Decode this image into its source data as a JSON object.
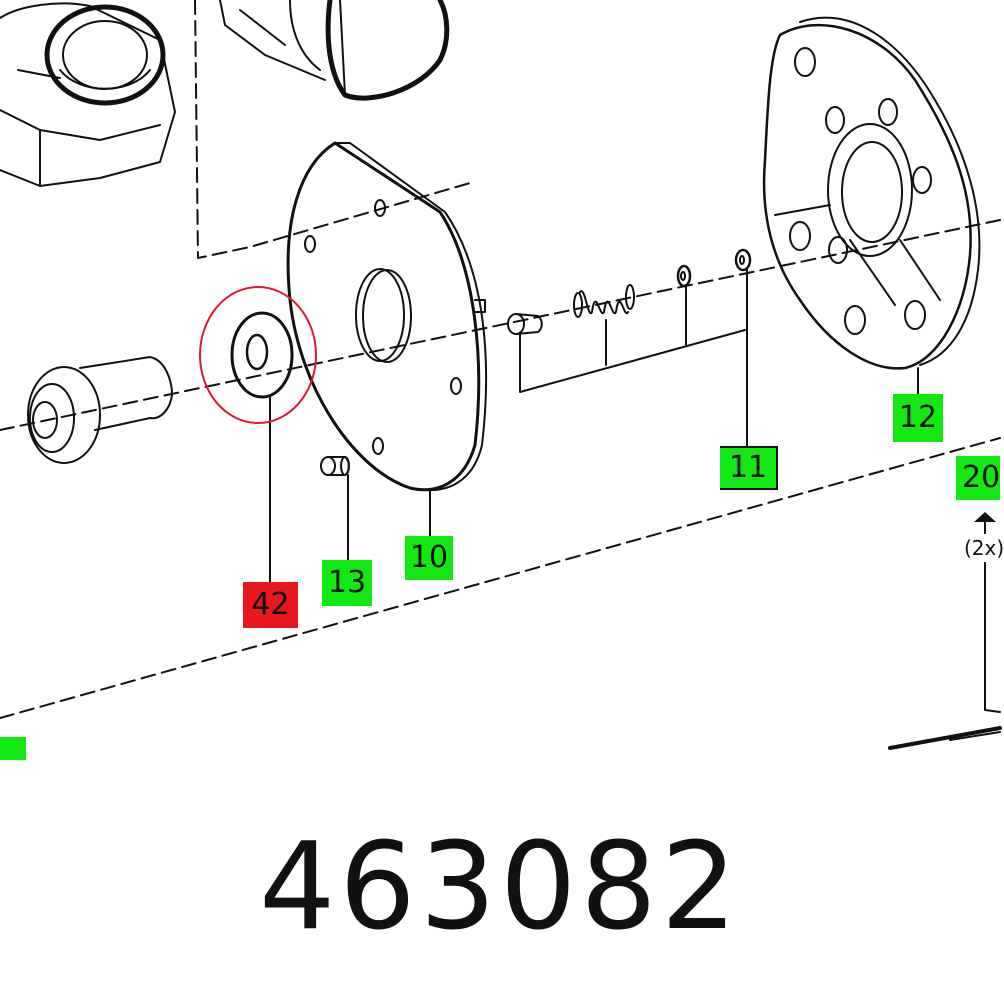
{
  "diagram": {
    "callouts": [
      {
        "id": "c10",
        "label": "10",
        "status": "reference"
      },
      {
        "id": "c11",
        "label": "11",
        "status": "reference"
      },
      {
        "id": "c12",
        "label": "12",
        "status": "reference"
      },
      {
        "id": "c13",
        "label": "13",
        "status": "reference"
      },
      {
        "id": "c20",
        "label": "20",
        "status": "reference"
      },
      {
        "id": "c42",
        "label": "42",
        "status": "highlighted"
      }
    ],
    "quantity_note": "(2x)",
    "colors": {
      "reference_tag": "#12e812",
      "highlighted_tag": "#e8171d",
      "highlight_circle": "#d81b34",
      "line": "#111111"
    }
  },
  "part_number": "463082"
}
